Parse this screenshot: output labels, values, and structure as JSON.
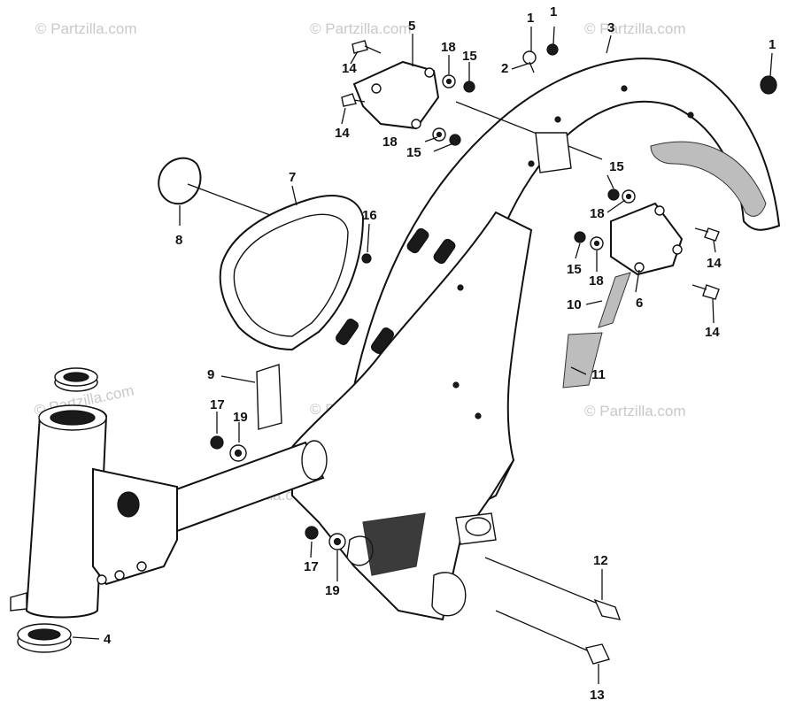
{
  "watermarks": {
    "w1": "© Partzilla.com",
    "w2": "© Partzilla.com",
    "w3": "© Partzilla.com",
    "w4": "© Partzilla.com",
    "w5": "© Partzilla.com",
    "w6": "© Partzilla.com",
    "w7": "© Partzilla.com"
  },
  "callouts": {
    "c1a": "1",
    "c1b": "1",
    "c1c": "1",
    "c2": "2",
    "c3": "3",
    "c4": "4",
    "c5": "5",
    "c6": "6",
    "c7": "7",
    "c8": "8",
    "c9": "9",
    "c10": "10",
    "c11": "11",
    "c12": "12",
    "c13": "13",
    "c14a": "14",
    "c14b": "14",
    "c14c": "14",
    "c14d": "14",
    "c15a": "15",
    "c15b": "15",
    "c15c": "15",
    "c15d": "15",
    "c16": "16",
    "c17a": "17",
    "c17b": "17",
    "c18a": "18",
    "c18b": "18",
    "c18c": "18",
    "c18d": "18",
    "c19a": "19",
    "c19b": "19"
  }
}
